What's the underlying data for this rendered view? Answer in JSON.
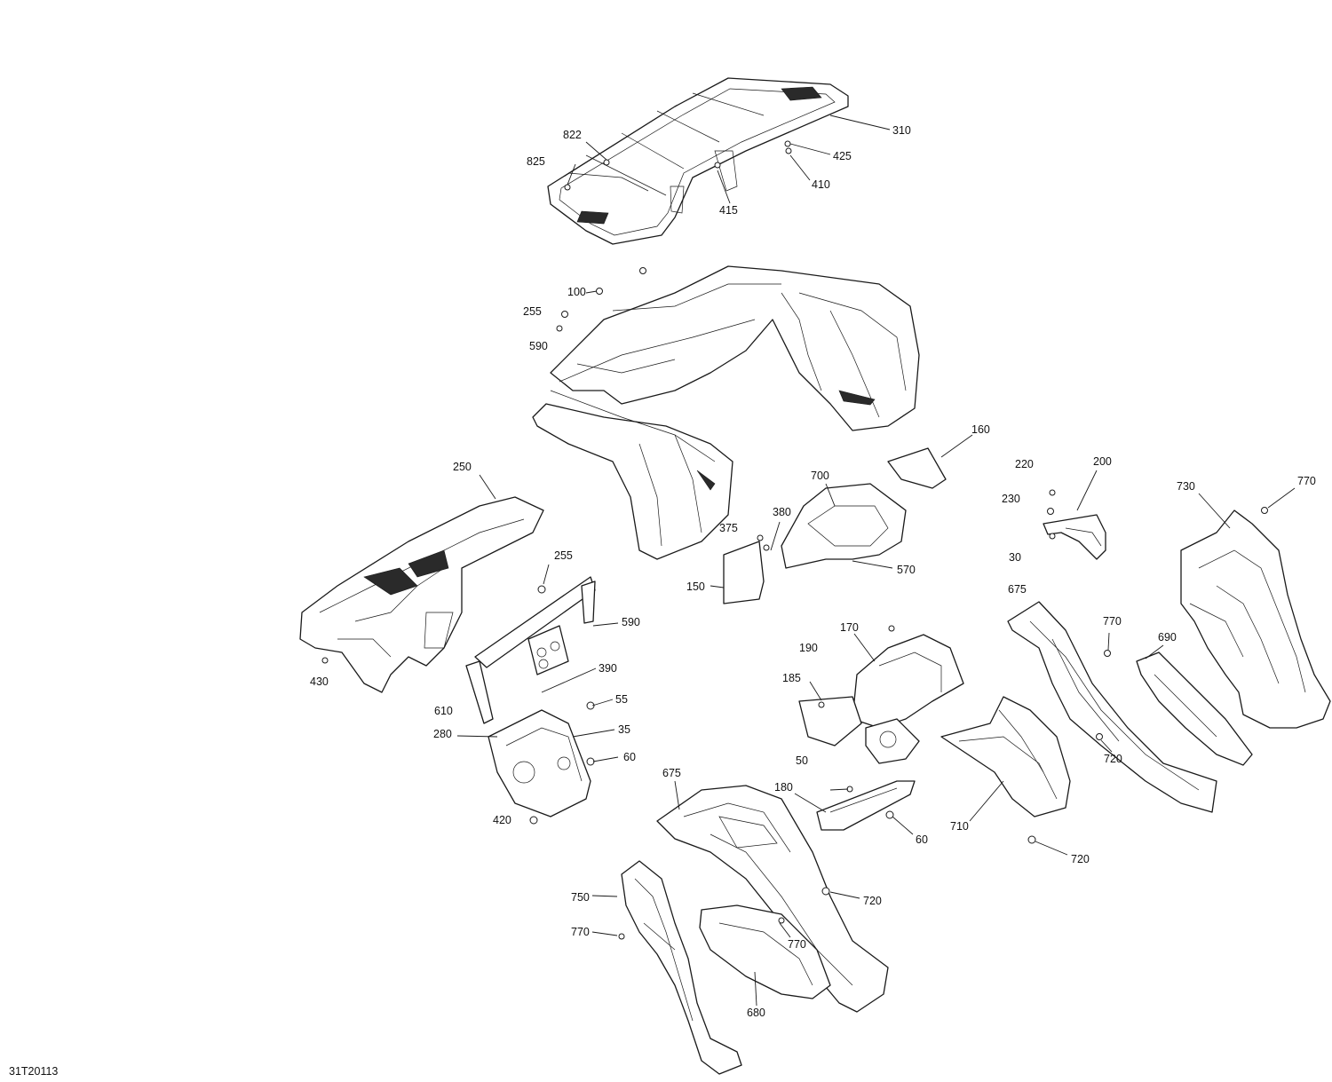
{
  "diagram_id": "31T20113",
  "callouts": [
    {
      "id": "c310",
      "text": "310"
    },
    {
      "id": "c425",
      "text": "425"
    },
    {
      "id": "c410",
      "text": "410"
    },
    {
      "id": "c415",
      "text": "415"
    },
    {
      "id": "c822",
      "text": "822"
    },
    {
      "id": "c825",
      "text": "825"
    },
    {
      "id": "c100",
      "text": "100"
    },
    {
      "id": "c255a",
      "text": "255"
    },
    {
      "id": "c590a",
      "text": "590"
    },
    {
      "id": "c160",
      "text": "160"
    },
    {
      "id": "c700",
      "text": "700"
    },
    {
      "id": "c570",
      "text": "570"
    },
    {
      "id": "c375",
      "text": "375"
    },
    {
      "id": "c380",
      "text": "380"
    },
    {
      "id": "c150",
      "text": "150"
    },
    {
      "id": "c220",
      "text": "220"
    },
    {
      "id": "c200",
      "text": "200"
    },
    {
      "id": "c230",
      "text": "230"
    },
    {
      "id": "c30",
      "text": "30"
    },
    {
      "id": "c730",
      "text": "730"
    },
    {
      "id": "c770a",
      "text": "770"
    },
    {
      "id": "c250",
      "text": "250"
    },
    {
      "id": "c430",
      "text": "430"
    },
    {
      "id": "c255b",
      "text": "255"
    },
    {
      "id": "c590b",
      "text": "590"
    },
    {
      "id": "c390",
      "text": "390"
    },
    {
      "id": "c55",
      "text": "55"
    },
    {
      "id": "c610",
      "text": "610"
    },
    {
      "id": "c280",
      "text": "280"
    },
    {
      "id": "c35",
      "text": "35"
    },
    {
      "id": "c60a",
      "text": "60"
    },
    {
      "id": "c420",
      "text": "420"
    },
    {
      "id": "c675a",
      "text": "675"
    },
    {
      "id": "c770b",
      "text": "770"
    },
    {
      "id": "c690",
      "text": "690"
    },
    {
      "id": "c720a",
      "text": "720"
    },
    {
      "id": "c170",
      "text": "170"
    },
    {
      "id": "c190",
      "text": "190"
    },
    {
      "id": "c185",
      "text": "185"
    },
    {
      "id": "c50",
      "text": "50"
    },
    {
      "id": "c180",
      "text": "180"
    },
    {
      "id": "c60b",
      "text": "60"
    },
    {
      "id": "c710",
      "text": "710"
    },
    {
      "id": "c720b",
      "text": "720"
    },
    {
      "id": "c675b",
      "text": "675"
    },
    {
      "id": "c720c",
      "text": "720"
    },
    {
      "id": "c750",
      "text": "750"
    },
    {
      "id": "c770c",
      "text": "770"
    },
    {
      "id": "c770d",
      "text": "770"
    },
    {
      "id": "c680",
      "text": "680"
    }
  ]
}
